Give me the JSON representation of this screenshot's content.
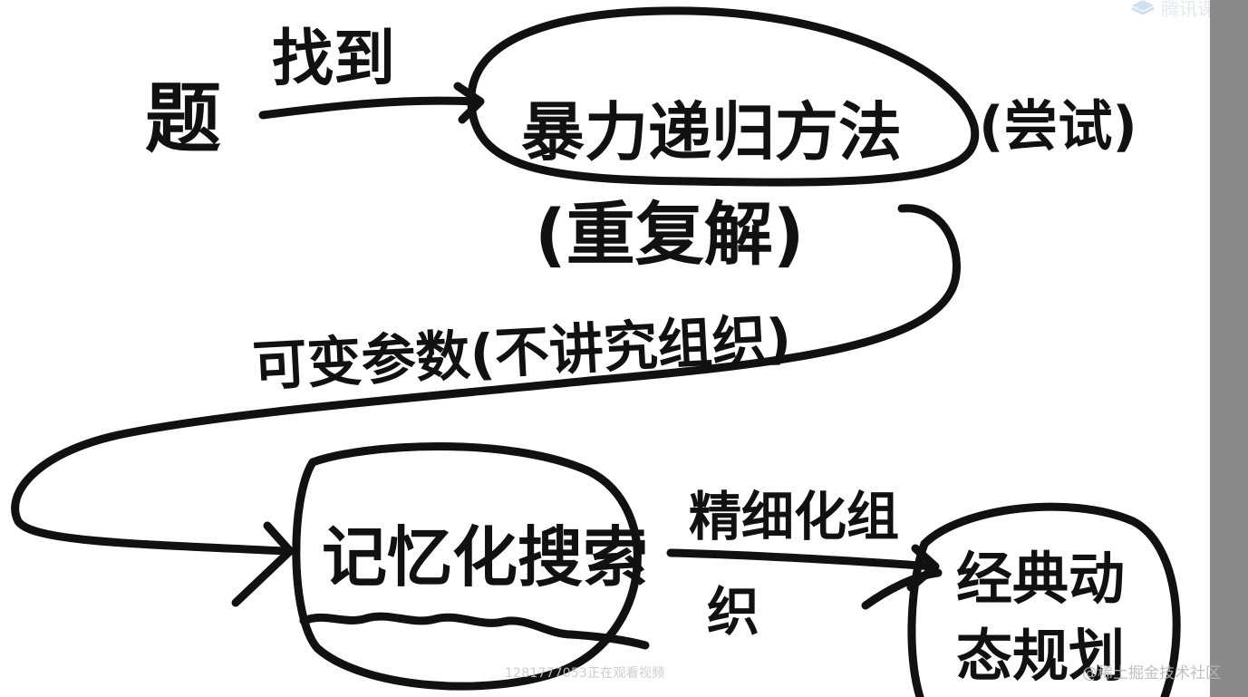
{
  "labels": {
    "question": "题",
    "find": "找到",
    "brute_force": "暴力递归方法",
    "try": "(尝试)",
    "repeated": "(重复解)",
    "variable_params": "可变参数(不讲究组织)",
    "memo_search": "记忆化搜索",
    "refined": "精细化组",
    "organize": "织",
    "classic_dp_line1": "经典动",
    "classic_dp_line2": "态规划"
  },
  "overlay": {
    "brand": "腾讯课堂",
    "viewer_count": "1281777053正在观看视频",
    "watermark": "@稀土掘金技术社区"
  },
  "colors": {
    "ink": "#111111",
    "background": "#ffffff",
    "scrollbar": "#8a8a8a"
  }
}
